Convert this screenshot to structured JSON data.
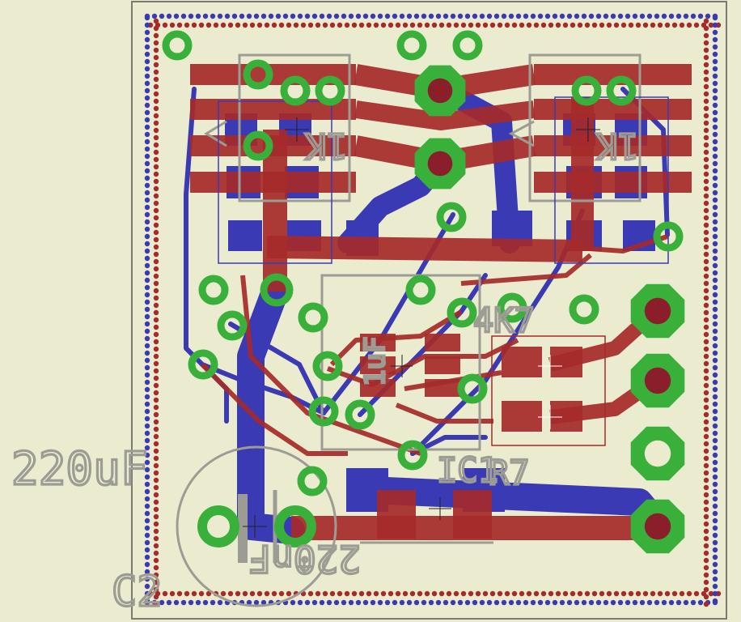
{
  "board": {
    "colors": {
      "background": "#ebebcf",
      "top_copper": "#a52a2a",
      "bottom_copper": "#3a3ab4",
      "pad": "#39b039",
      "silkscreen": "#9c9c94",
      "outline": "#7a7a70"
    },
    "labels": {
      "cap_value": "220uF",
      "cap_name": "C2",
      "cap_polarity": "+",
      "smd_cap_value": "220nF",
      "ic_name": "IC1",
      "resistor_name": "R7",
      "resistor_value": "4K7",
      "top_left_part": "1K",
      "top_right_part": "1K",
      "small_cap": "1uF"
    }
  }
}
